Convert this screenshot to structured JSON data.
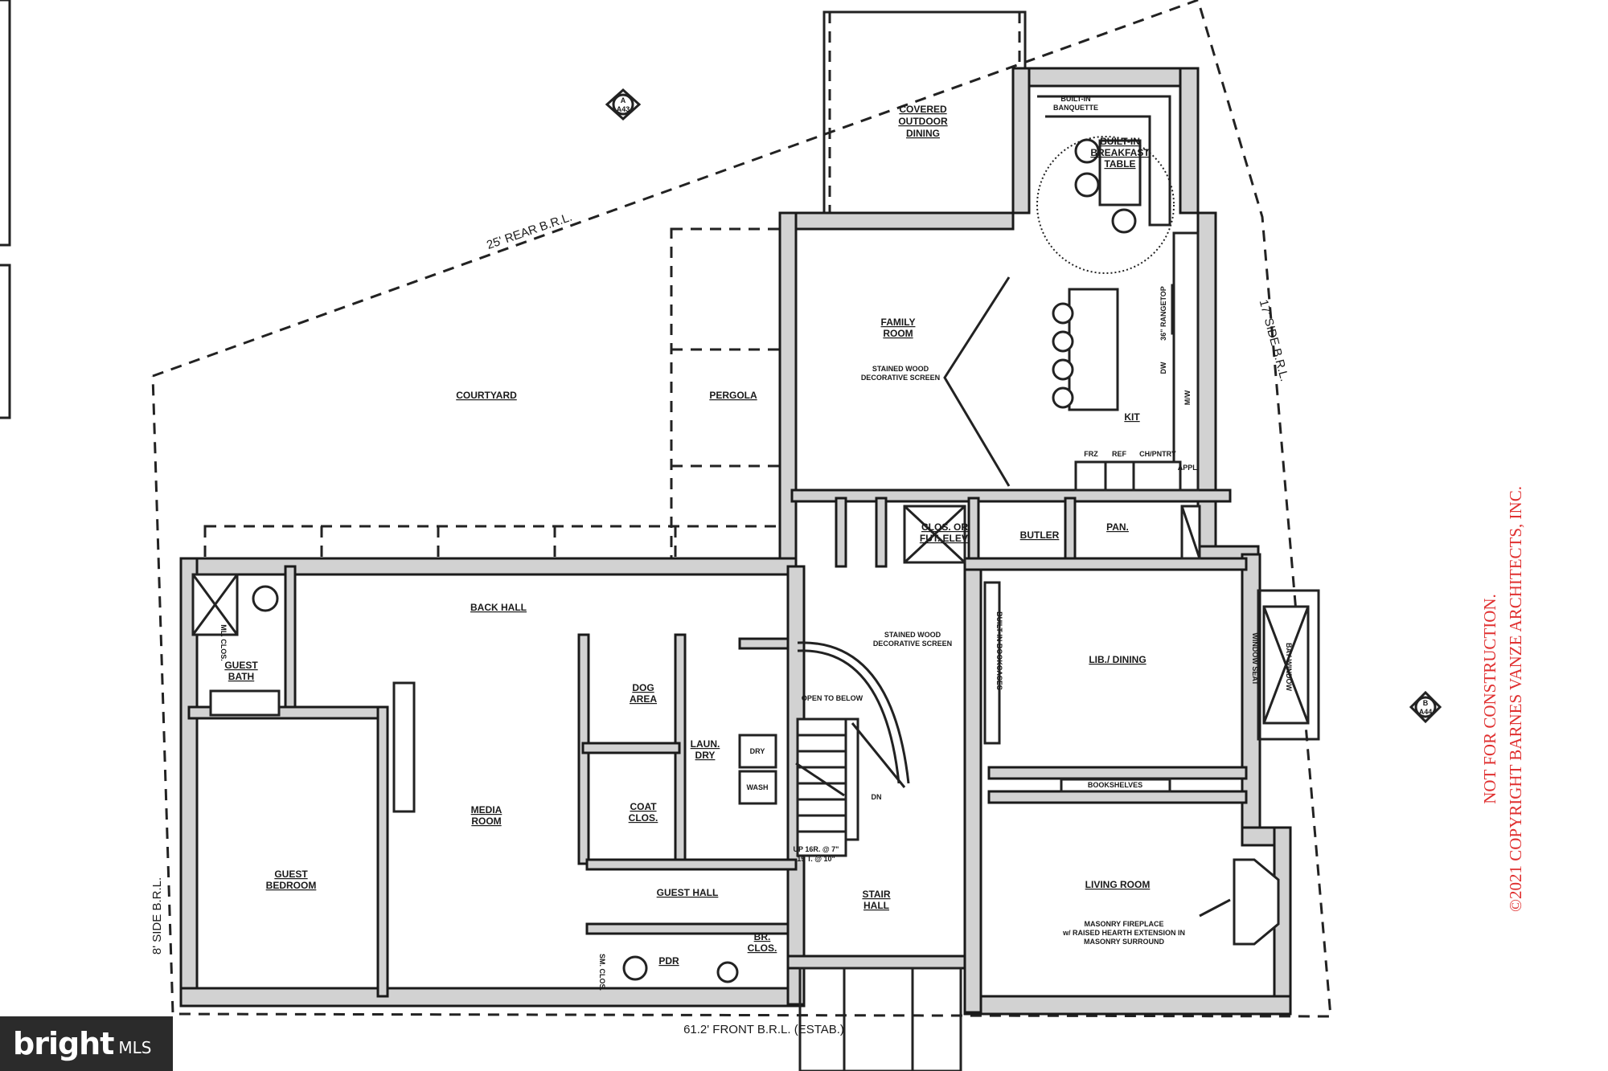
{
  "rooms": {
    "courtyard": "COURTYARD",
    "pergola": "PERGOLA",
    "covered_outdoor_dining": [
      "COVERED",
      "OUTDOOR",
      "DINING"
    ],
    "built_in_banquette": [
      "BUILT-IN",
      "BANQUETTE"
    ],
    "built_in_breakfast_table": [
      "BUILT-IN",
      "BREAKFAST",
      "TABLE"
    ],
    "family_room": [
      "FAMILY",
      "ROOM"
    ],
    "stained_wood_screen_family": [
      "STAINED WOOD",
      "DECORATIVE SCREEN"
    ],
    "kit": "KIT",
    "range": "36\" RANGETOP",
    "dw": "DW",
    "mw": "M/W",
    "frz": "FRZ",
    "ref": "REF",
    "chpntry": "CH/PNTRY",
    "appl": "APPL.",
    "clos_elev": [
      "CLOS. OR",
      "FUT. ELEV."
    ],
    "butler": "BUTLER",
    "pan": "PAN.",
    "back_hall": "BACK HALL",
    "guest_bath": [
      "GUEST",
      "BATH"
    ],
    "dog_area": [
      "DOG",
      "AREA"
    ],
    "laun_dry": [
      "LAUN.",
      "DRY"
    ],
    "dry": "DRY",
    "wash": "WASH",
    "coat_clos": [
      "COAT",
      "CLOS."
    ],
    "media_room": [
      "MEDIA",
      "ROOM"
    ],
    "guest_bedroom": [
      "GUEST",
      "BEDROOM"
    ],
    "guest_hall": "GUEST HALL",
    "pdr": "PDR",
    "br_clos": [
      "BR.",
      "CLOS."
    ],
    "stair_hall": [
      "STAIR",
      "HALL"
    ],
    "stair_screen": [
      "STAINED WOOD",
      "DECORATIVE SCREEN"
    ],
    "open_to_below": "OPEN TO BELOW",
    "dn": "DN",
    "up_note": [
      "UP 16R. @ 7\"",
      "19 T. @ 10\""
    ],
    "lib_dining": "LIB./ DINING",
    "built_in_bookcases": "BUILT-IN BOOKCASES",
    "bookshelves": "BOOKSHELVES",
    "living_room": "LIVING ROOM",
    "fireplace_note": [
      "MASONRY FIREPLACE",
      "w/ RAISED HEARTH EXTENSION IN",
      "MASONRY SURROUND"
    ],
    "bay_window": "BAY WINDOW",
    "window_seat": "WINDOW SEAT",
    "ml_clos": "ML. CLOS.",
    "sm_clos": "SM. CLOS."
  },
  "setbacks": {
    "rear": "25' REAR B.R.L.",
    "side_right": "17' SIDE B.R.L.",
    "side_left": "8' SIDE B.R.L.",
    "front": "61.2' FRONT B.R.L. (ESTAB.)"
  },
  "section_marks": {
    "top": [
      "A",
      "A43"
    ],
    "right": [
      "B",
      "A44"
    ]
  },
  "copyright": {
    "line1": "NOT FOR CONSTRUCTION.",
    "line2": "©2021 COPYRIGHT BARNES VANZE ARCHITECTS, INC."
  },
  "logo": {
    "brand": "bright",
    "suffix": "MLS"
  }
}
